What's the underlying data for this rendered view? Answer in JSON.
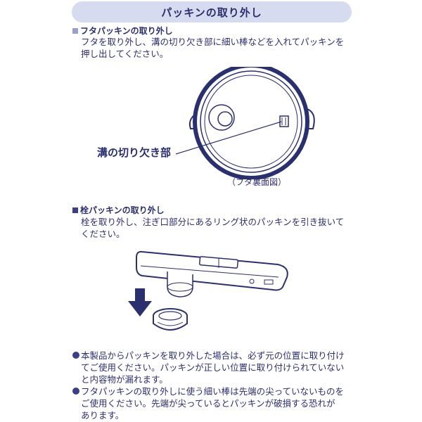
{
  "header": {
    "title": "パッキンの取り外し"
  },
  "sections": [
    {
      "heading": "フタパッキンの取り外し",
      "body_lines": [
        "フタを取り外し、溝の切り欠き部に細い棒などを入れてパッキンを",
        "押し出してください。"
      ]
    },
    {
      "heading": "栓パッキンの取り外し",
      "body_lines": [
        "栓を取り外し、注ぎ口部分にあるリング状のパッキンを引き抜いて",
        "ください。"
      ]
    }
  ],
  "lid_diagram": {
    "notch_label": "溝の切り欠き部",
    "caption": "（フタ裏面図）"
  },
  "notes": [
    {
      "lines": [
        "本製品からパッキンを取り外した場合は、必ず元の位置に取り付け",
        "てご使用ください。パッキンが正しい位置に取り付けられていない",
        "と内容物が漏れます。"
      ]
    },
    {
      "lines": [
        "フタパッキンの取り外しに使う細い棒は先端の尖っていないものを",
        "ご使用ください。先端が尖っているとパッキンが破損する恐れが",
        "あります。"
      ]
    }
  ],
  "colors": {
    "ink": "#2a2f6e",
    "header_bg": "#d7dbef",
    "accent": "#3a3f86"
  },
  "icons": [
    "square-bullet-icon",
    "down-arrow-icon",
    "round-bullet-icon"
  ]
}
